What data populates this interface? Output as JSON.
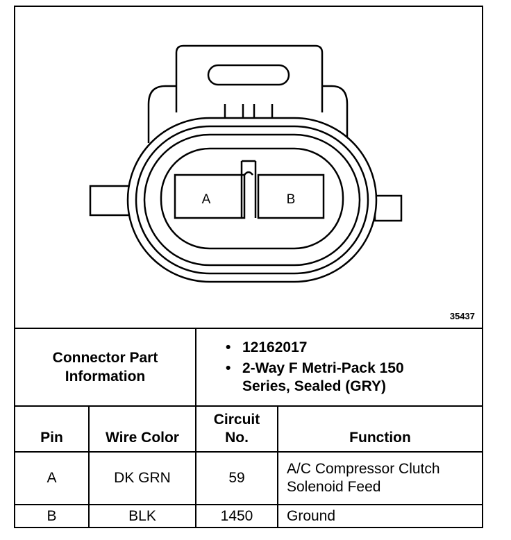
{
  "diagram": {
    "figure_id": "35437",
    "cavities": [
      {
        "label": "A"
      },
      {
        "label": "B"
      }
    ]
  },
  "connector_info": {
    "label_line1": "Connector Part",
    "label_line2": "Information",
    "items": [
      {
        "text": "12162017"
      },
      {
        "text_line1": "2-Way F Metri-Pack 150",
        "text_line2": "Series, Sealed (GRY)"
      }
    ]
  },
  "table": {
    "headers": {
      "pin": "Pin",
      "wire_color": "Wire Color",
      "circuit_line1": "Circuit",
      "circuit_line2": "No.",
      "function": "Function"
    },
    "rows": [
      {
        "pin": "A",
        "wire_color": "DK GRN",
        "circuit": "59",
        "function_line1": "A/C Compressor Clutch",
        "function_line2": "Solenoid Feed"
      },
      {
        "pin": "B",
        "wire_color": "BLK",
        "circuit": "1450",
        "function_line1": "Ground",
        "function_line2": ""
      }
    ]
  }
}
